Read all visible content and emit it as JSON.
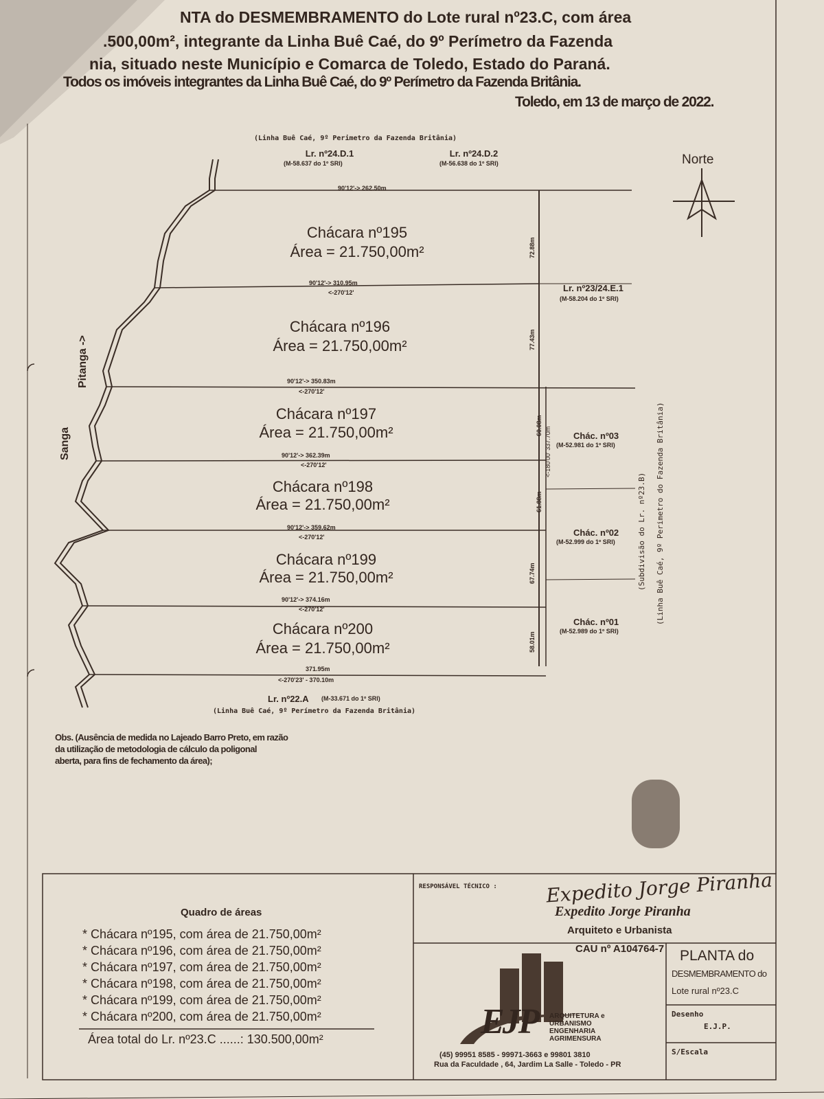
{
  "header": {
    "line1": "NTA do DESMEMBRAMENTO do Lote rural nº23.C, com área",
    "line2": ".500,00m², integrante da Linha Buê Caé, do 9º Perímetro da  Fazenda",
    "line3": "nia, situado neste Município e Comarca de Toledo, Estado do Paraná.",
    "line4": "Todos os imóveis integrantes da Linha Buê Caé, do 9º Perímetro da Fazenda Britânia.",
    "date": "Toledo, em 13 de março de 2022."
  },
  "north": "Norte",
  "plan": {
    "top_note": "(Linha Buê Caé, 9º Perimetro da Fazenda Britânia)",
    "top_lots": [
      {
        "name": "Lr. nº24.D.1",
        "ref": "(M-58.637 do 1º SRI)"
      },
      {
        "name": "Lr. nº24.D.2",
        "ref": "(M-56.638 do 1º SRI)"
      }
    ],
    "east_lot": {
      "name": "Lr. nº23/24.E.1",
      "ref": "(M-58.204 do 1º SRI)"
    },
    "chacs": [
      {
        "name": "Chác. nº03",
        "ref": "(M-52.981 do 1º SRI)"
      },
      {
        "name": "Chác. nº02",
        "ref": "(M-52.999 do 1º SRI)"
      },
      {
        "name": "Chác. nº01",
        "ref": "(M-52.989 do 1º SRI)"
      }
    ],
    "east_subdiv": "(Subdivisão do Lr. nº23.B)",
    "east_note": "(Linha Buê Caé, 9º Perimetro do Fazenda Britânia)",
    "east_dim": "<-180'00'  337.70m",
    "stream1": "Sanga",
    "stream2": "Pitanga ->",
    "parcels": [
      {
        "name": "Chácara nº195",
        "area": "Área = 21.750,00m²",
        "top": "90'12'->  262.50m",
        "side": "72.88m"
      },
      {
        "name": "Chácara nº196",
        "area": "Área = 21.750,00m²",
        "top": "90'12'->  310.95m",
        "back": "<-270'12'",
        "side": "77.43m"
      },
      {
        "name": "Chácara nº197",
        "area": "Área = 21.750,00m²",
        "top": "90'12'->  350.83m",
        "back": "<-270'12'",
        "side": "60.08m"
      },
      {
        "name": "Chácara nº198",
        "area": "Área = 21.750,00m²",
        "top": "90'12'->  362.39m",
        "back": "<-270'12'",
        "side": "61.88m"
      },
      {
        "name": "Chácara nº199",
        "area": "Área = 21.750,00m²",
        "top": "90'12'->  359.62m",
        "back": "<-270'12'",
        "side": "67.74m"
      },
      {
        "name": "Chácara nº200",
        "area": "Área = 21.750,00m²",
        "top": "90'12'->  374.16m",
        "back": "<-270'12'",
        "side": "58.01m"
      }
    ],
    "bottom_dim1": "371.95m",
    "bottom_dim2": "<-270'23' - 370.10m",
    "south_lot": {
      "name": "Lr. nº22.A",
      "ref": "(M-33.671 do 1º SRI)"
    },
    "south_note": "(Linha Buê Caé, 9º Perímetro da Fazenda Britânia)",
    "obs": [
      "Obs. (Ausência de medida no Lajeado Barro Preto, em razão",
      "da utilização de metodologia de cálculo da poligonal",
      "aberta, para fins de fechamento da área);"
    ]
  },
  "quadro": {
    "title": "Quadro de áreas",
    "items": [
      "* Chácara nº195, com área de 21.750,00m²",
      "* Chácara nº196, com área de 21.750,00m²",
      "* Chácara nº197, com área de 21.750,00m²",
      "* Chácara nº198, com área de 21.750,00m²",
      "* Chácara nº199, com área de 21.750,00m²",
      "* Chácara nº200, com área de 21.750,00m²"
    ],
    "total": "Área total do Lr. nº23.C ......: 130.500,00m²"
  },
  "stamp": {
    "resp_label": "RESPONSÁVEL TÉCNICO :",
    "signature": "Expedito Jorge Piranha",
    "name": "Expedito Jorge Piranha",
    "title": "Arquiteto e Urbanista",
    "cau": "CAU nº A104764-7",
    "logo": "EJP",
    "logo_lines": [
      "ARQUITETURA e",
      "URBANISMO",
      "ENGENHARIA",
      "AGRIMENSURA"
    ],
    "phones": "(45) 99951 8585 - 99971-3663 e 99801 3810",
    "address": "Rua da Faculdade , 64, Jardim La Salle - Toledo - PR",
    "planta1": "PLANTA do",
    "planta2": "DESMEMBRAMENTO do",
    "planta3": "Lote rural nº23.C",
    "desenho_label": "Desenho",
    "desenho_value": "E.J.P.",
    "escala": "S/Escala"
  }
}
